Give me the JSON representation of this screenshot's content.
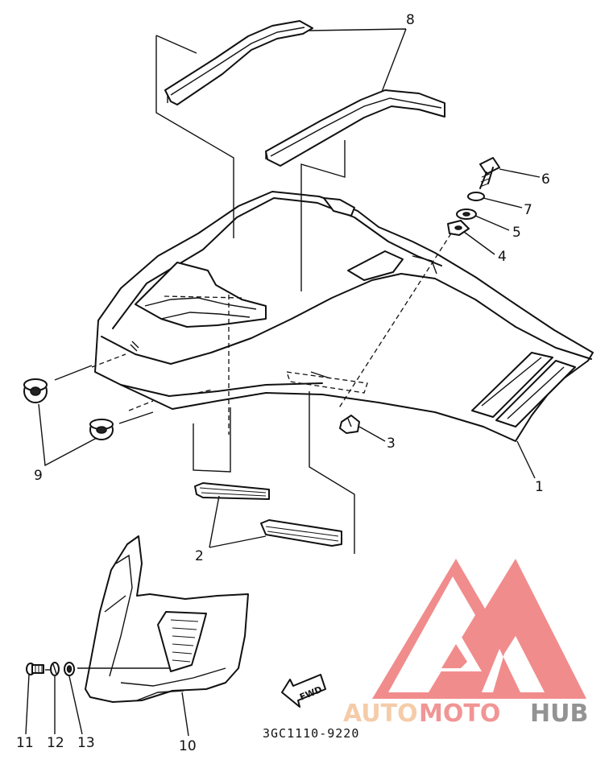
{
  "labels": {
    "n1": "1",
    "n2": "2",
    "n3": "3",
    "n4": "4",
    "n5": "5",
    "n6": "6",
    "n7": "7",
    "n8": "8",
    "n9": "9",
    "n10": "10",
    "n11": "11",
    "n12": "12",
    "n13": "13"
  },
  "fwd_arrow": "FWD",
  "part_code": "3GC1110-9220",
  "watermark": {
    "auto": "AUTO",
    "moto": "MOTO",
    "hub": "HUB",
    "colors": {
      "logo": "#f08080",
      "auto": "#f4c7a0",
      "moto": "#f08a8a",
      "hub": "#888888"
    }
  }
}
